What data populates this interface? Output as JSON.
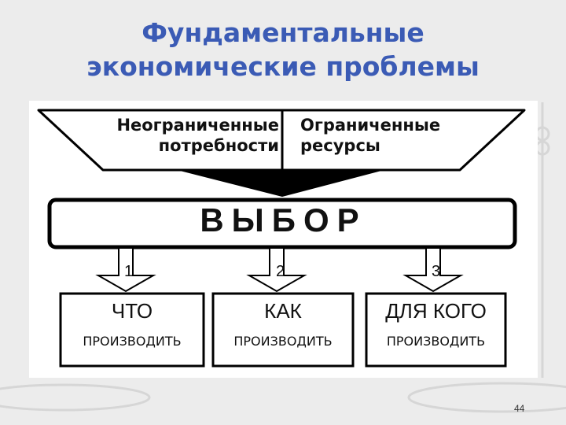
{
  "title": {
    "line1": "Фундаментальные",
    "line2": "экономические проблемы"
  },
  "funnel": {
    "left_line1": "Неограниченные",
    "left_line2": "потребности",
    "right_line1": "Ограниченные",
    "right_line2": "ресурсы"
  },
  "choice_label": "ВЫБОР",
  "branches": [
    {
      "number": "1",
      "title": "ЧТО",
      "subtitle": "ПРОИЗВОДИТЬ"
    },
    {
      "number": "2",
      "title": "КАК",
      "subtitle": "ПРОИЗВОДИТЬ"
    },
    {
      "number": "3",
      "title": "ДЛЯ КОГО",
      "subtitle": "ПРОИЗВОДИТЬ"
    }
  ],
  "page_number": "44",
  "colors": {
    "title": "#3b5bb5",
    "stroke": "#000000",
    "background": "#ececec"
  }
}
